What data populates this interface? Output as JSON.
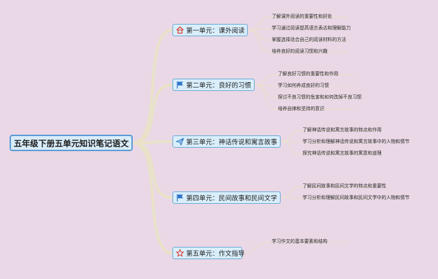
{
  "root": {
    "title": "五年级下册五单元知识笔记语文"
  },
  "units": [
    {
      "title": "第一单元：课外阅读",
      "icon": "home-icon",
      "points": [
        "了解课外阅读的重要性和好处",
        "学习通过阅读提高语言表达和理解能力",
        "掌握选择适合自己的阅读材料的方法",
        "培养良好的阅读习惯和兴趣"
      ]
    },
    {
      "title": "第二单元：良好的习惯",
      "icon": "flag-icon",
      "points": [
        "了解良好习惯的重要性和作用",
        "学习如何养成良好的习惯",
        "探讨不良习惯的危害和如何改掉不良习惯",
        "培养自律和坚持的意识"
      ]
    },
    {
      "title": "第三单元：神话传说和寓言故事",
      "icon": "paper-plane-icon",
      "points": [
        "了解神话传说和寓言故事的特点和作用",
        "学习分析和理解神话传说和寓言故事中的人物和情节",
        "探究神话传说和寓言故事的寓意和道理"
      ]
    },
    {
      "title": "第四单元：民间故事和民间文学",
      "icon": "flag-icon",
      "points": [
        "了解民间故事和民间文学的特点和重要性",
        "学习分析和理解民间故事和民间文学中的人物和情节"
      ]
    },
    {
      "title": "第五单元：作文指导",
      "icon": "star-icon",
      "points": [
        "学习作文的基本要素和结构"
      ]
    }
  ],
  "colors": {
    "background": "#ead8e6",
    "node_fill": "#d9eefb",
    "node_border": "#6aa9d6",
    "link": "#e9e2c8",
    "icon_red": "#d9433a",
    "icon_blue": "#2f75c8"
  }
}
